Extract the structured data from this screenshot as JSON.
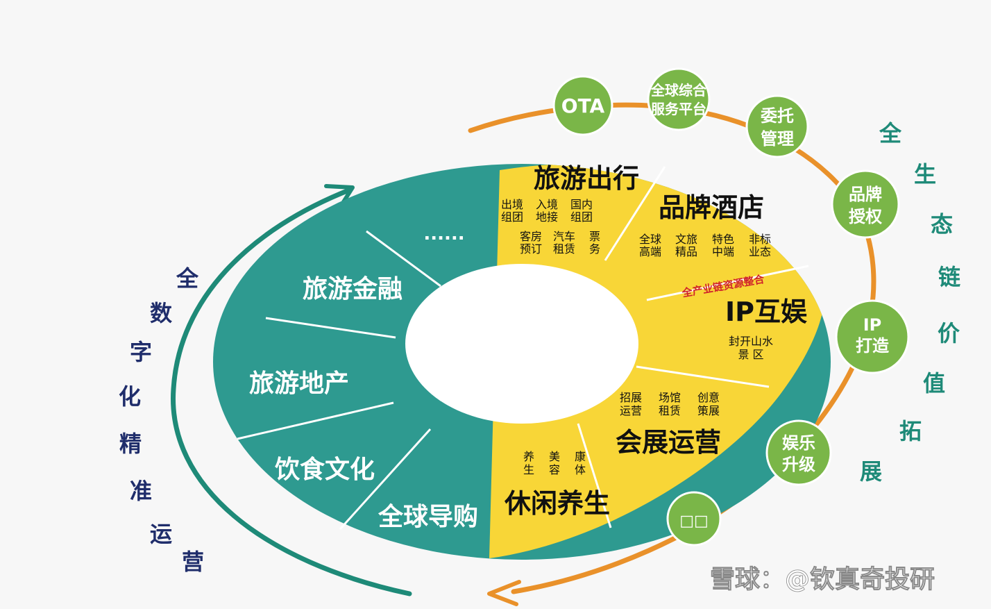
{
  "colors": {
    "teal": "#2e9a90",
    "yellow": "#f8d637",
    "orange": "#e9912a",
    "green_circle": "#7ab648",
    "navy": "#1f2d6b",
    "dark_teal": "#1e8a78",
    "red_label": "#d0232b"
  },
  "left_vertical_text": [
    "全",
    "数",
    "字",
    "化",
    "精",
    "准",
    "运",
    "营"
  ],
  "right_vertical_text": [
    "全",
    "生",
    "态",
    "链",
    "价",
    "值",
    "拓",
    "展"
  ],
  "teal_segments": {
    "s1": "......",
    "s2": "旅游金融",
    "s3": "旅游地产",
    "s4": "饮食文化",
    "s5": "全球导购"
  },
  "yellow_segments": {
    "travel": {
      "title": "旅游出行",
      "items": [
        [
          "出境",
          "组团"
        ],
        [
          "入境",
          "地接"
        ],
        [
          "国内",
          "组团"
        ],
        [
          "客房",
          "预订"
        ],
        [
          "汽车",
          "租赁"
        ],
        [
          "票",
          "务"
        ]
      ]
    },
    "hotel": {
      "title": "品牌酒店",
      "items": [
        [
          "全球",
          "高端"
        ],
        [
          "文旅",
          "精品"
        ],
        [
          "特色",
          "中端"
        ],
        [
          "非标",
          "业态"
        ]
      ]
    },
    "ip": {
      "title": "IP互娱",
      "integration_label": "全产业链资源整合",
      "items": [
        [
          "封开山水",
          "景 区"
        ]
      ]
    },
    "expo": {
      "title": "会展运营",
      "items": [
        [
          "招展",
          "运营"
        ],
        [
          "场馆",
          "租赁"
        ],
        [
          "创意",
          "策展"
        ]
      ]
    },
    "leisure": {
      "title": "休闲养生",
      "items": [
        [
          "养",
          "生"
        ],
        [
          "美",
          "容"
        ],
        [
          "康",
          "体"
        ]
      ]
    }
  },
  "green_circles": [
    {
      "lines": [
        "OTA"
      ]
    },
    {
      "lines": [
        "全球综合",
        "服务平台"
      ]
    },
    {
      "lines": [
        "委托",
        "管理"
      ]
    },
    {
      "lines": [
        "品牌",
        "授权"
      ]
    },
    {
      "lines": [
        "IP",
        "打造"
      ]
    },
    {
      "lines": [
        "娱乐",
        "升级"
      ]
    },
    {
      "lines": [
        "□□"
      ]
    }
  ],
  "watermark": "雪球：@钦真奇投研"
}
